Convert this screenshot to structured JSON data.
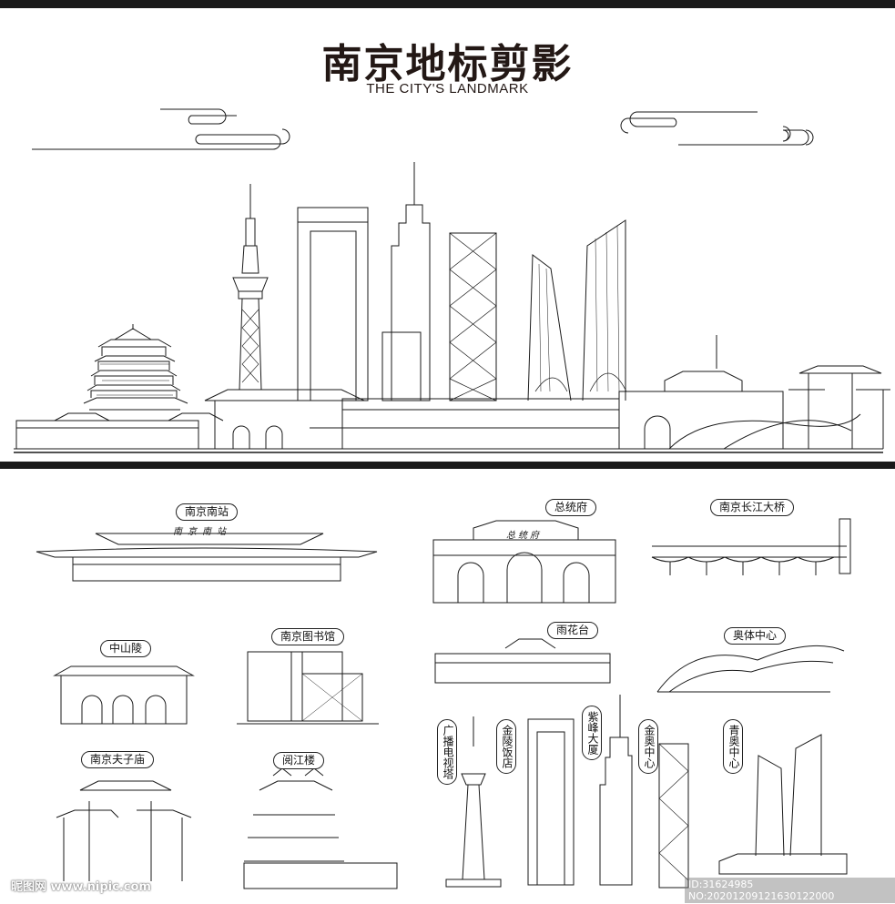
{
  "header": {
    "title": "南京地标剪影",
    "subtitle": "THE CITY'S LANDMARK"
  },
  "labels": {
    "south_station": "南京南站",
    "presidential_palace": "总统府",
    "yangtze_bridge": "南京长江大桥",
    "sun_yatsen_mausoleum": "中山陵",
    "library": "南京图书馆",
    "yuhuatai": "雨花台",
    "olympic_center": "奥体中心",
    "confucius_temple": "南京夫子庙",
    "yuejiang_tower": "阅江楼",
    "tv_tower": "广播电视塔",
    "jinling_hotel": "金陵饭店",
    "zifeng_tower": "紫峰大厦",
    "jinao_center": "金奥中心",
    "youth_olympic_center": "青奥中心"
  },
  "signs": {
    "station_sign": "南京南站",
    "palace_sign": "总统府"
  },
  "watermark": {
    "site": "昵图网 www.nipic.com",
    "id": "ID:31624985 NO:20201209121630122000"
  },
  "colors": {
    "line": "#1a1a1a",
    "background": "#ffffff"
  }
}
